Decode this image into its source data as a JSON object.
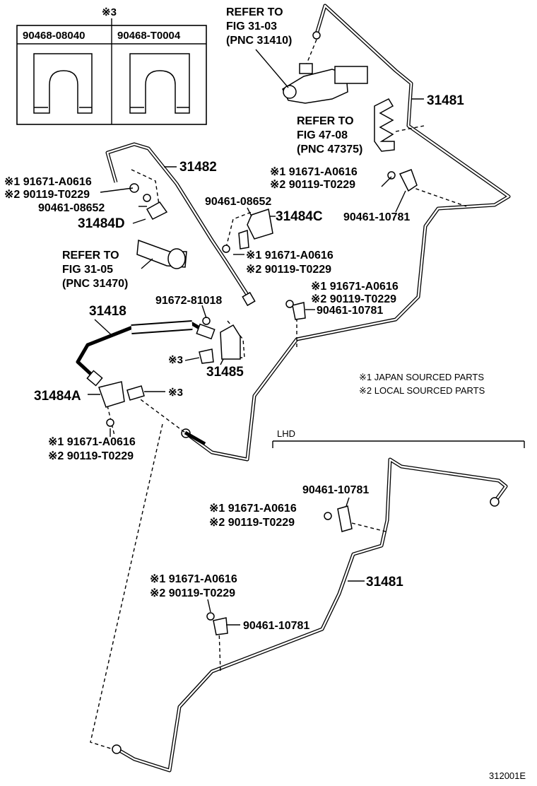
{
  "diagram_code": "312001E",
  "table": {
    "header_mark": "※3",
    "col1": "90468-08040",
    "col2": "90468-T0004"
  },
  "legend": {
    "note1": "※1 JAPAN SOURCED PARTS",
    "note2": "※2 LOCAL SOURCED PARTS"
  },
  "variant_label": "LHD",
  "refs": {
    "r1": [
      "REFER TO",
      "FIG 31-03",
      "(PNC 31410)"
    ],
    "r2": [
      "REFER TO",
      "FIG 47-08",
      "(PNC 47375)"
    ],
    "r3": [
      "REFER TO",
      "FIG 31-05",
      "(PNC 31470)"
    ]
  },
  "parts": {
    "p31481_a": "31481",
    "p31481_b": "31481",
    "p31482": "31482",
    "p31484C": "31484C",
    "p31484D": "31484D",
    "p31484A": "31484A",
    "p31418": "31418",
    "p31485": "31485",
    "p91672": "91672-81018",
    "p90461_08652_a": "90461-08652",
    "p90461_08652_b": "90461-08652",
    "p90461_10781_a": "90461-10781",
    "p90461_10781_b": "90461-10781",
    "p90461_10781_c": "90461-10781",
    "p90461_10781_d": "90461-10781",
    "mark3_a": "※3",
    "mark3_b": "※3"
  },
  "bolt_pairs": [
    {
      "j": "※1 91671-A0616",
      "l": "※2 90119-T0229"
    },
    {
      "j": "※1 91671-A0616",
      "l": "※2 90119-T0229"
    },
    {
      "j": "※1 91671-A0616",
      "l": "※2 90119-T0229"
    },
    {
      "j": "※1 91671-A0616",
      "l": "※2 90119-T0229"
    },
    {
      "j": "※1 91671-A0616",
      "l": "※2 90119-T0229"
    },
    {
      "j": "※1 91671-A0616",
      "l": "※2 90119-T0229"
    },
    {
      "j": "※1 91671-A0616",
      "l": "※2 90119-T0229"
    }
  ]
}
